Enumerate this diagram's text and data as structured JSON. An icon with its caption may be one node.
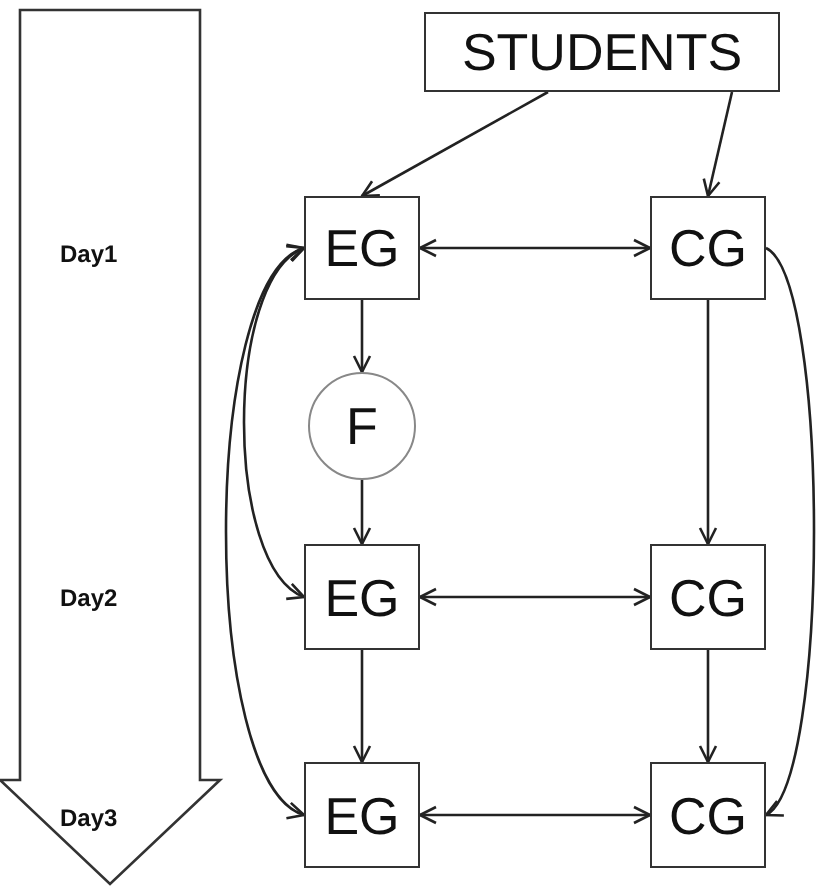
{
  "diagram": {
    "nodes": [
      {
        "text": [
          "STUDENTS"
        ]
      },
      {
        "text": [
          "EG"
        ]
      },
      {
        "text": [
          "CG"
        ]
      },
      {
        "text": [
          "F"
        ]
      },
      {
        "text": [
          "EG"
        ]
      },
      {
        "text": [
          "CG"
        ]
      },
      {
        "text": [
          "EG"
        ]
      },
      {
        "text": [
          "CG"
        ]
      }
    ],
    "edges": [
      {
        "from": 0,
        "to": 1,
        "arrow": "to"
      },
      {
        "from": 0,
        "to": 2,
        "arrow": "to"
      },
      {
        "from": 1,
        "to": 2,
        "arrow": "both"
      },
      {
        "from": 1,
        "to": 3,
        "arrow": "to"
      },
      {
        "from": 3,
        "to": 4,
        "arrow": "to"
      },
      {
        "from": 2,
        "to": 5,
        "arrow": "to"
      },
      {
        "from": 4,
        "to": 5,
        "arrow": "both"
      },
      {
        "from": 4,
        "to": 6,
        "arrow": "to"
      },
      {
        "from": 5,
        "to": 7,
        "arrow": "to"
      },
      {
        "from": 6,
        "to": 7,
        "arrow": "both"
      },
      {
        "from": 1,
        "to": 4,
        "arrow": "both"
      },
      {
        "from": 1,
        "to": 6,
        "arrow": "both"
      },
      {
        "from": 2,
        "to": 7,
        "arrow": "to"
      }
    ],
    "labels": [
      "Day1",
      "Day2",
      "Day3"
    ]
  }
}
